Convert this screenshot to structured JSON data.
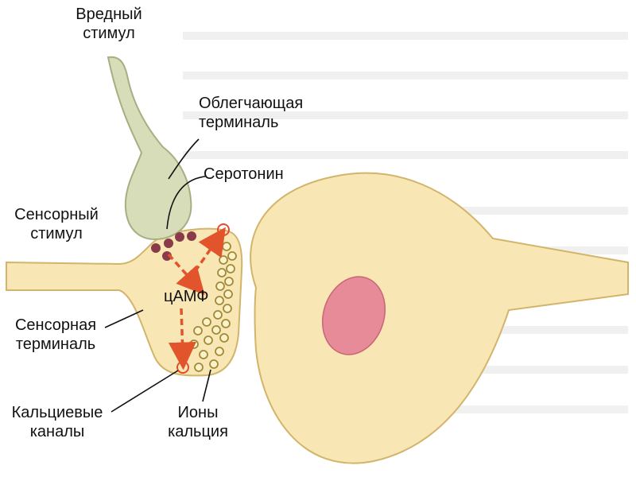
{
  "labels": {
    "noxious_stimulus": [
      "Вредный",
      "стимул"
    ],
    "facilitating_terminal": [
      "Облегчающая",
      "терминаль"
    ],
    "serotonin": "Серотонин",
    "sensory_stimulus": [
      "Сенсорный",
      "стимул"
    ],
    "camp": "цАМФ",
    "sensory_terminal": [
      "Сенсорная",
      "терминаль"
    ],
    "calcium_channels": [
      "Кальциевые",
      "каналы"
    ],
    "calcium_ions": [
      "Ионы",
      "кальция"
    ]
  },
  "colors": {
    "neuron_fill": "#f8e7b4",
    "neuron_stroke": "#d2b46a",
    "facilitating_fill": "#d8ddb9",
    "facilitating_stroke": "#a9ae82",
    "serotonin_dot": "#8a3b4a",
    "nucleus": "#e78b98",
    "arrow": "#e2542b",
    "channel_ring": "#e24c2c",
    "ion_ring": "#a08a3a"
  }
}
